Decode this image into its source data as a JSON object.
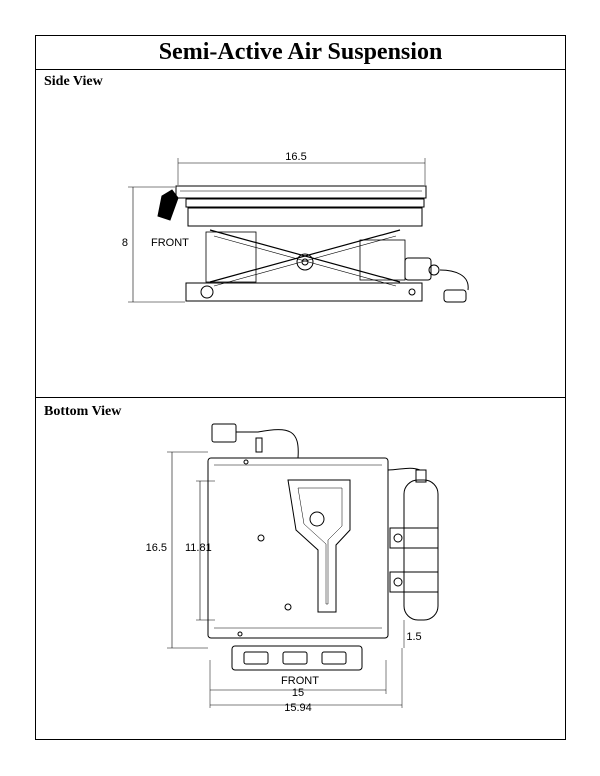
{
  "title": "Semi-Active Air Suspension",
  "side_view": {
    "label": "Side View",
    "dim_width": "16.5",
    "dim_height": "8",
    "front_label": "FRONT"
  },
  "bottom_view": {
    "label": "Bottom View",
    "dim_length": "16.5",
    "dim_inner_length": "11.81",
    "dim_offset": "1.5",
    "front_label": "FRONT",
    "dim_inner_width": "15",
    "dim_overall_width": "15.94"
  }
}
